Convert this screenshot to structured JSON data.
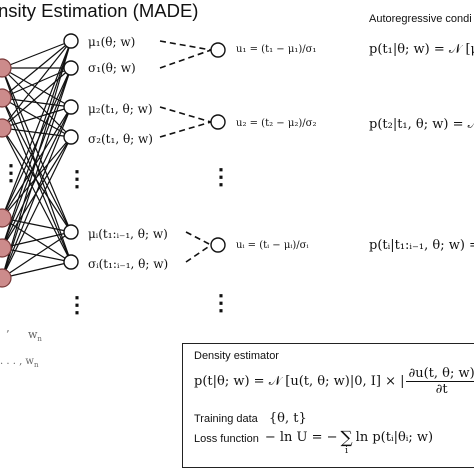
{
  "title": "nsity Estimation (MADE)",
  "subtitle": "Autoregressive condi",
  "colors": {
    "input_fill": "#cc8b8b",
    "input_stroke": "#7a3a3a",
    "line": "#111111"
  },
  "labels": {
    "w_n_bottom": "w",
    "w_n_sub": "n",
    "w_series": ". . . , w",
    "w_series_sub": "n",
    "tick_mark": "’"
  },
  "outputs": [
    {
      "mu": "μ₁(θ; w)",
      "sigma": "σ₁(θ; w)"
    },
    {
      "mu": "μ₂(t₁, θ; w)",
      "sigma": "σ₂(t₁, θ; w)"
    },
    {
      "mu": "μᵢ(t₁:ᵢ₋₁, θ; w)",
      "sigma": "σᵢ(t₁:ᵢ₋₁, θ; w)"
    }
  ],
  "u_nodes": [
    {
      "label": "u₁ = (t₁ − μ₁)/σ₁"
    },
    {
      "label": "u₂ = (t₂ − μ₂)/σ₂"
    },
    {
      "label": "uᵢ = (tᵢ − μᵢ)/σᵢ"
    }
  ],
  "conditionals": [
    "p(t₁|θ; w) = 𝒩 [μ",
    "p(t₂|t₁, θ; w) = 𝒩",
    "p(tᵢ|t₁:ᵢ₋₁, θ; w) ="
  ],
  "ellipsis": "⋮",
  "density_box": {
    "heading": "Density estimator",
    "formula_left": "p(t|θ; w) = 𝒩 [u(t, θ; w)|0, I] × |",
    "frac_num": "∂u(t, θ; w)",
    "frac_den": "∂t",
    "formula_right": "|",
    "training_label": "Training data",
    "training_value": "{θ, t}",
    "loss_label": "Loss function",
    "loss_lhs": "− ln U = −",
    "loss_sum": "∑",
    "loss_sum_sub": "i",
    "loss_rhs": "ln p(tᵢ|θᵢ; w)"
  }
}
